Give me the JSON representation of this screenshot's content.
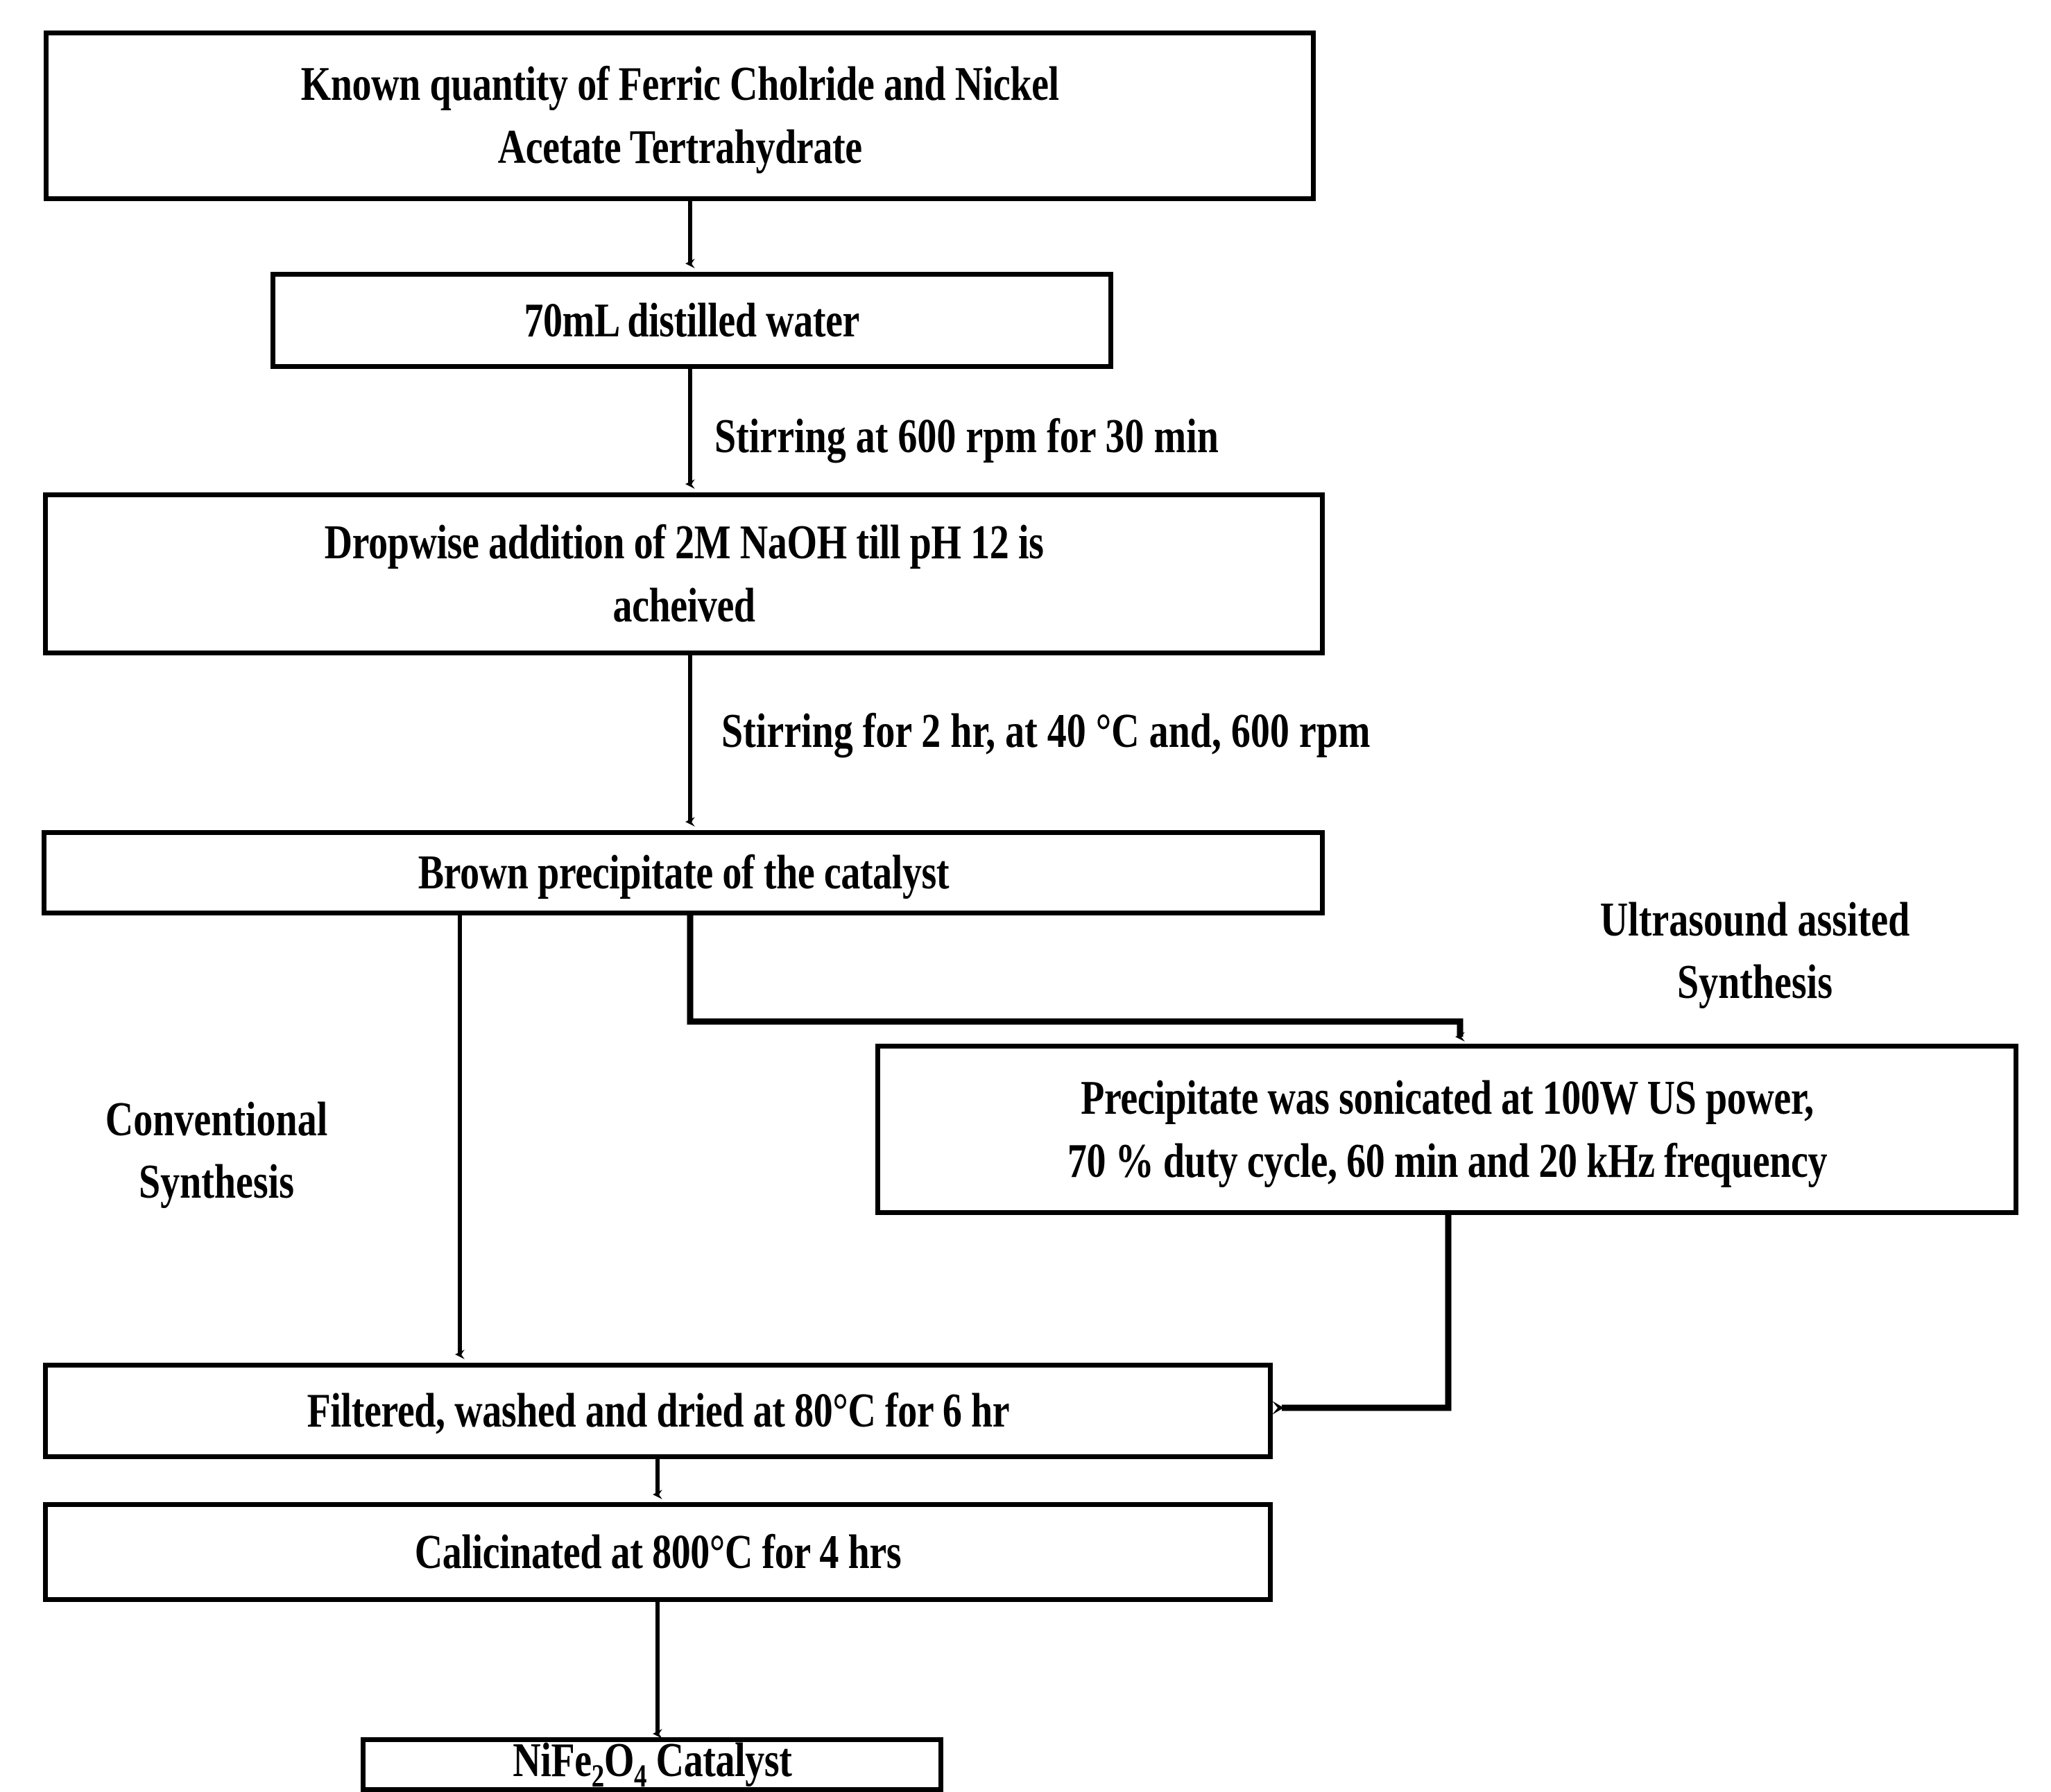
{
  "diagram": {
    "title": "Synthesis flowchart of NiFe2O4 catalyst",
    "line_color": "#000000",
    "background": "#ffffff",
    "text_color": "#000000"
  },
  "nodes": {
    "precursors": {
      "line1": "Known quantity of Ferric Cholride and Nickel",
      "line2": "Acetate Tertrahydrate"
    },
    "water": {
      "line1": "70mL distilled water"
    },
    "naoh": {
      "line1": "Dropwise addition of 2M NaOH till  pH 12 is",
      "line2": "acheived"
    },
    "precipitate": {
      "line1": "Brown precipitate of the catalyst"
    },
    "sonication": {
      "line1": "Precipitate was sonicated at  100W US power,",
      "line2": "70 % duty cycle, 60 min and 20 kHz frequency"
    },
    "dried": {
      "line1": "Filtered, washed and dried at 80°C for 6 hr"
    },
    "calcined": {
      "line1": "Calicinated at 800°C for 4 hrs"
    },
    "product": {
      "formula_pre": "NiFe",
      "formula_sub1": "2",
      "formula_mid": "O",
      "formula_sub2": "4",
      "formula_post": " Catalyst"
    }
  },
  "edge_labels": {
    "stir_30min": "Stirring at 600 rpm for 30 min",
    "stir_2hr": "Stirring for 2 hr, at 40 °C and, 600 rpm",
    "conventional_line1": "Conventional",
    "conventional_line2": "Synthesis",
    "ultrasound_line1": "Ultrasound assited",
    "ultrasound_line2": "Synthesis"
  }
}
